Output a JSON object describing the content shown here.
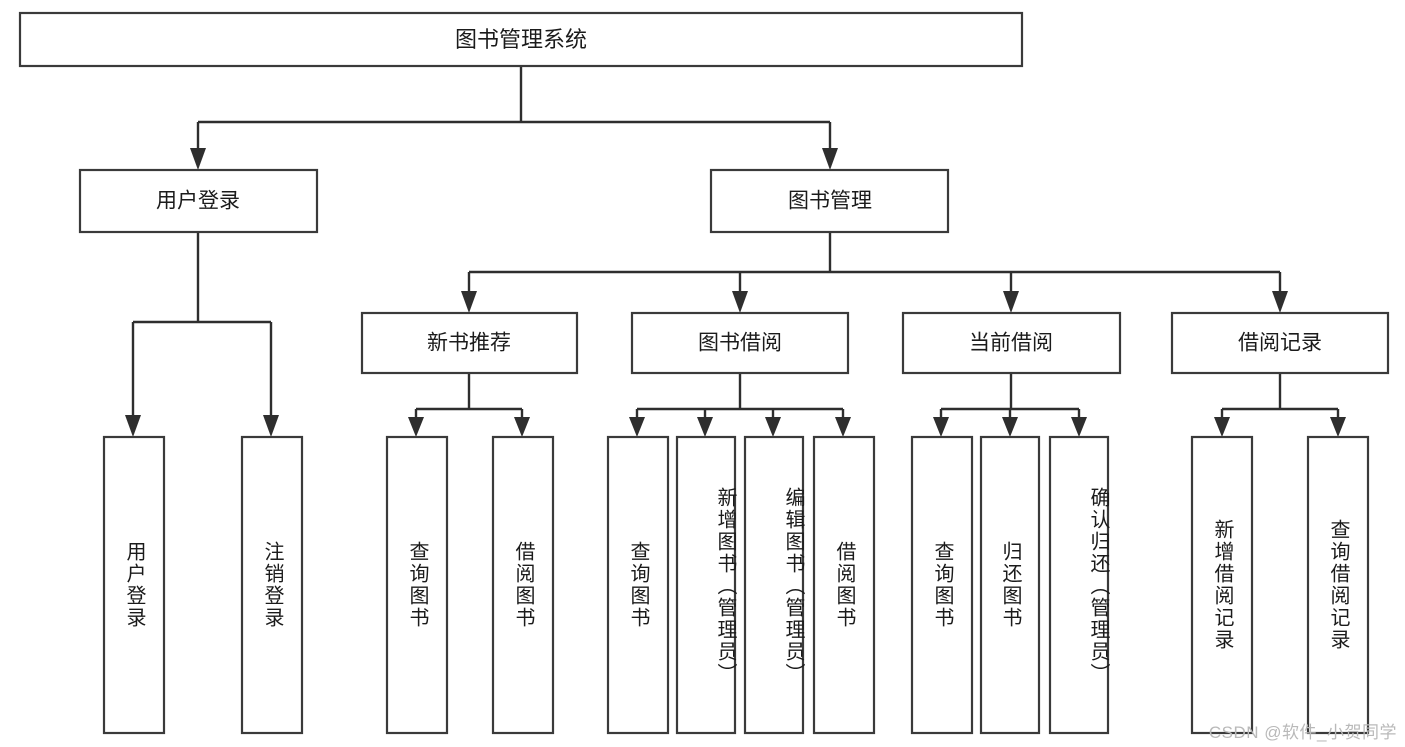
{
  "diagram": {
    "type": "tree-hierarchy-chart",
    "title_node": {
      "label": "图书管理系统"
    },
    "level1": [
      {
        "id": "user-login",
        "label": "用户登录"
      },
      {
        "id": "book-management",
        "label": "图书管理"
      }
    ],
    "level2": [
      {
        "id": "new-book-recommend",
        "label": "新书推荐",
        "parent": "book-management"
      },
      {
        "id": "book-borrow",
        "label": "图书借阅",
        "parent": "book-management"
      },
      {
        "id": "current-borrow",
        "label": "当前借阅",
        "parent": "book-management"
      },
      {
        "id": "borrow-record",
        "label": "借阅记录",
        "parent": "book-management"
      }
    ],
    "leaves": [
      {
        "id": "leaf-user-login",
        "label": "用户登录",
        "parent": "user-login"
      },
      {
        "id": "leaf-logout-login",
        "label": "注销登录",
        "parent": "user-login"
      },
      {
        "id": "leaf-query-book-1",
        "label": "查询图书",
        "parent": "new-book-recommend"
      },
      {
        "id": "leaf-borrow-book-1",
        "label": "借阅图书",
        "parent": "new-book-recommend"
      },
      {
        "id": "leaf-query-book-2",
        "label": "查询图书",
        "parent": "book-borrow"
      },
      {
        "id": "leaf-add-book",
        "label": "新增图书（管理员）",
        "parent": "book-borrow"
      },
      {
        "id": "leaf-edit-book",
        "label": "编辑图书（管理员）",
        "parent": "book-borrow"
      },
      {
        "id": "leaf-borrow-book-2",
        "label": "借阅图书",
        "parent": "book-borrow"
      },
      {
        "id": "leaf-query-book-3",
        "label": "查询图书",
        "parent": "current-borrow"
      },
      {
        "id": "leaf-return-book",
        "label": "归还图书",
        "parent": "current-borrow"
      },
      {
        "id": "leaf-confirm-return",
        "label": "确认归还（管理员）",
        "parent": "current-borrow"
      },
      {
        "id": "leaf-add-record",
        "label": "新增借阅记录",
        "parent": "borrow-record"
      },
      {
        "id": "leaf-query-record",
        "label": "查询借阅记录",
        "parent": "borrow-record"
      }
    ],
    "colors": {
      "box_stroke": "#3a3a3a",
      "connector": "#2e2e2e",
      "text": "#1b1b1b",
      "background": "#ffffff",
      "watermark": "#b9b9b9"
    }
  },
  "watermark": {
    "text": "CSDN @软件_小贺同学"
  }
}
